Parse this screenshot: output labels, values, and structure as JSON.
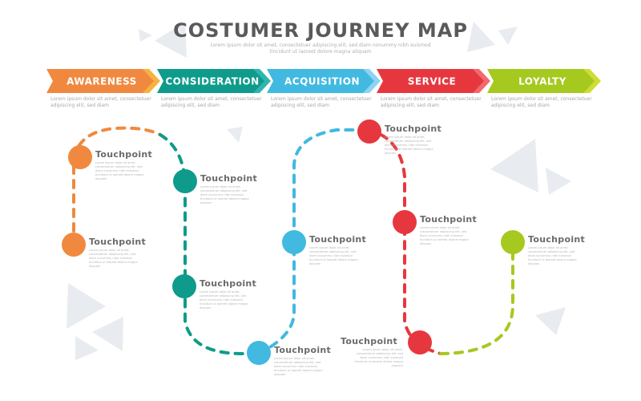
{
  "header": {
    "title": "COSTUMER JOURNEY MAP",
    "subtitle": "Lorem ipsum dolor sit amet, consectetuer adipiscing elit, sed diam nonummy nibh euismod tincidunt ut laoreet dolore magna aliquam"
  },
  "stages": [
    {
      "label": "AWARENESS",
      "description": "Lorem ipsum dolor sit amet, consectetuer adipiscing elit, sed diam",
      "color": "#F0893F",
      "accent": "#F6B341"
    },
    {
      "label": "CONSIDERATION",
      "description": "Lorem ipsum dolor sit amet, consectetuer adipiscing elit, sed diam",
      "color": "#0E9B8B",
      "accent": "#2FB5B0"
    },
    {
      "label": "ACQUISITION",
      "description": "Lorem ipsum dolor sit amet, consectetuer adipiscing elit, sed diam",
      "color": "#41B9E0",
      "accent": "#8FD3F2"
    },
    {
      "label": "SERVICE",
      "description": "Lorem ipsum dolor sit amet, consectetuer adipiscing elit, sed diam",
      "color": "#E7373E",
      "accent": "#F06A6E"
    },
    {
      "label": "LOYALTY",
      "description": "Lorem ipsum dolor sit amet, consectetuer adipiscing elit, sed diam",
      "color": "#A5C91F",
      "accent": "#CEDD35"
    }
  ],
  "touchpoints": [
    {
      "label": "Touchpoint",
      "stage": "AWARENESS",
      "description": "Lorem ipsum dolor sit amet, consectetuer adipiscing elit, sed diam nonummy nibh euismod tincidunt ut laoreet dolore magna aliquam"
    },
    {
      "label": "Touchpoint",
      "stage": "AWARENESS",
      "description": "Lorem ipsum dolor sit amet, consectetuer adipiscing elit, sed diam nonummy nibh euismod tincidunt ut laoreet dolore magna aliquam"
    },
    {
      "label": "Touchpoint",
      "stage": "CONSIDERATION",
      "description": "Lorem ipsum dolor sit amet, consectetuer adipiscing elit, sed diam nonummy nibh euismod tincidunt ut laoreet dolore magna aliquam"
    },
    {
      "label": "Touchpoint",
      "stage": "CONSIDERATION",
      "description": "Lorem ipsum dolor sit amet, consectetuer adipiscing elit, sed diam nonummy nibh euismod tincidunt ut laoreet dolore magna aliquam"
    },
    {
      "label": "Touchpoint",
      "stage": "ACQUISITION",
      "description": "Lorem ipsum dolor sit amet, consectetuer adipiscing elit, sed diam nonummy nibh euismod tincidunt ut laoreet dolore magna aliquam"
    },
    {
      "label": "Touchpoint",
      "stage": "ACQUISITION",
      "description": "Lorem ipsum dolor sit amet, consectetuer adipiscing elit, sed diam nonummy nibh euismod tincidunt ut laoreet dolore magna aliquam"
    },
    {
      "label": "Touchpoint",
      "stage": "SERVICE",
      "description": "Lorem ipsum dolor sit amet, consectetuer adipiscing elit, sed diam nonummy nibh euismod tincidunt ut laoreet dolore magna aliquam"
    },
    {
      "label": "Touchpoint",
      "stage": "SERVICE",
      "description": "Lorem ipsum dolor sit amet, consectetuer adipiscing elit, sed diam nonummy nibh euismod tincidunt ut laoreet dolore magna aliquam"
    },
    {
      "label": "Touchpoint",
      "stage": "SERVICE",
      "description": "Lorem ipsum dolor sit amet, consectetuer adipiscing elit, sed diam nonummy nibh euismod tincidunt ut laoreet dolore magna aliquam"
    },
    {
      "label": "Touchpoint",
      "stage": "LOYALTY",
      "description": "Lorem ipsum dolor sit amet, consectetuer adipiscing elit, sed diam nonummy nibh euismod tincidunt ut laoreet dolore magna aliquam"
    }
  ],
  "decoration_color": "#E8ECF0"
}
